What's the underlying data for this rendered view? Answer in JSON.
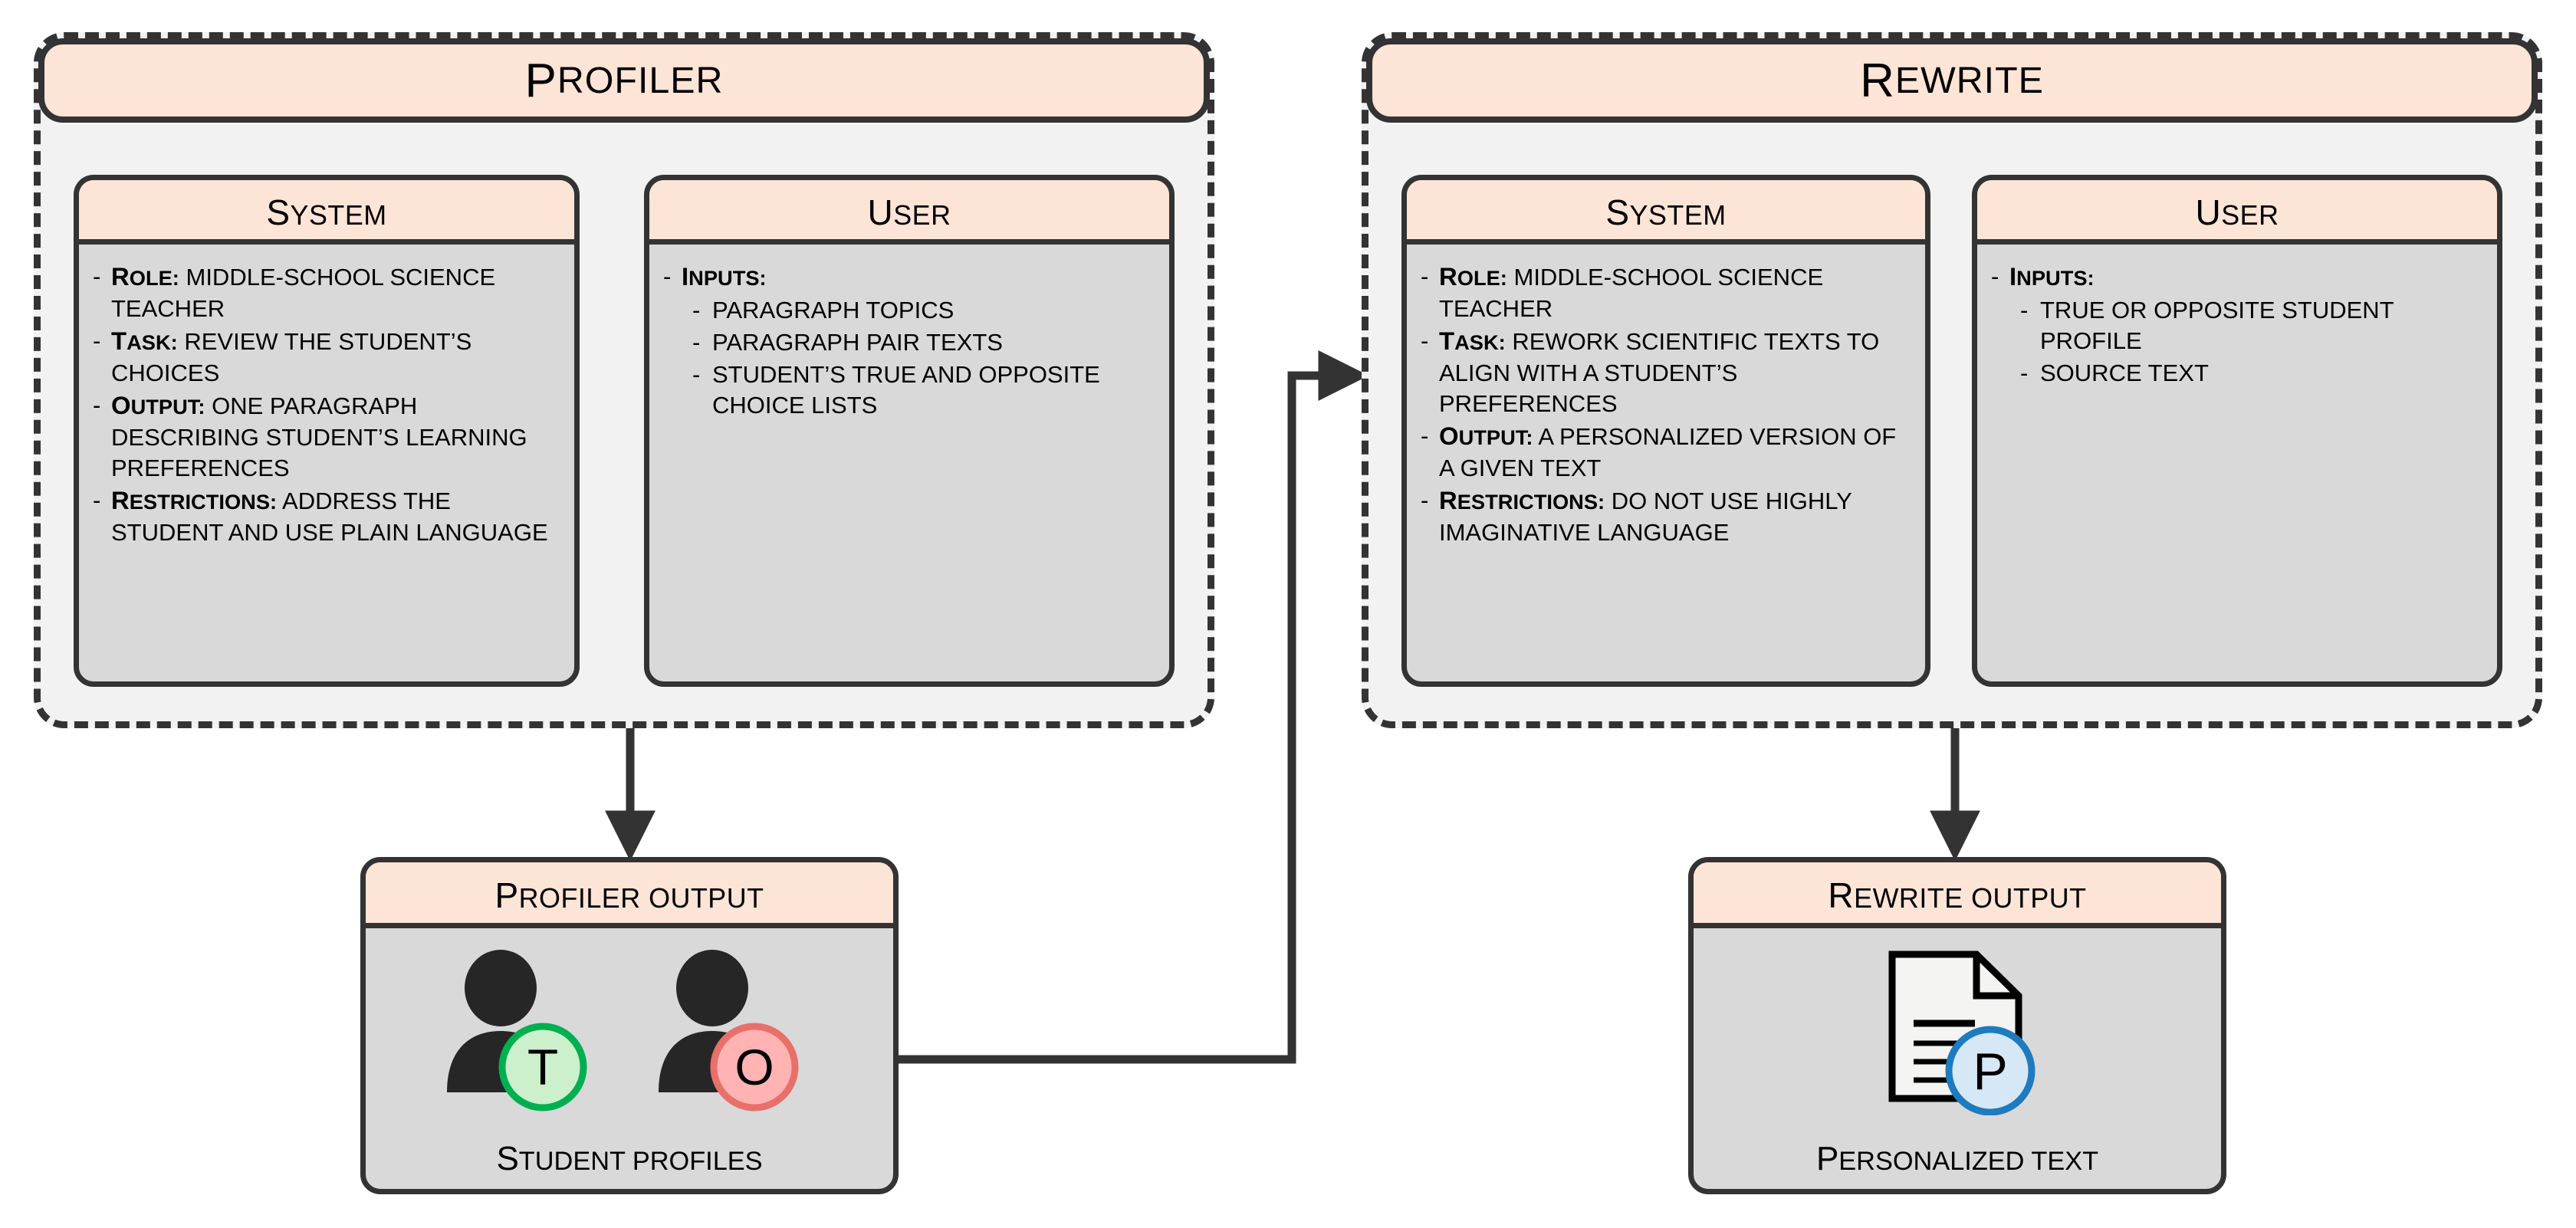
{
  "agents": [
    {
      "id": "profiler",
      "title": "PROFILER",
      "panels": [
        {
          "id": "profiler-system",
          "title": "SYSTEM",
          "bullets": [
            {
              "label": "ROLE:",
              "text": "MIDDLE-SCHOOL SCIENCE TEACHER"
            },
            {
              "label": "TASK:",
              "text": "REVIEW THE STUDENT’S CHOICES"
            },
            {
              "label": "OUTPUT:",
              "text": "ONE PARAGRAPH DESCRIBING STUDENT’S LEARNING PREFERENCES"
            },
            {
              "label": "RESTRICTIONS:",
              "text": "ADDRESS THE STUDENT AND USE PLAIN LANGUAGE"
            }
          ]
        },
        {
          "id": "profiler-user",
          "title": "USER",
          "bullets": [
            {
              "label": "INPUTS:",
              "text": "",
              "sub": [
                "PARAGRAPH TOPICS",
                "PARAGRAPH PAIR TEXTS",
                "STUDENT’S TRUE AND OPPOSITE CHOICE LISTS"
              ]
            }
          ]
        }
      ]
    },
    {
      "id": "rewrite",
      "title": "REWRITE",
      "panels": [
        {
          "id": "rewrite-system",
          "title": "SYSTEM",
          "bullets": [
            {
              "label": "ROLE:",
              "text": "MIDDLE-SCHOOL SCIENCE TEACHER"
            },
            {
              "label": "TASK:",
              "text": "REWORK SCIENTIFIC TEXTS TO ALIGN WITH A STUDENT’S PREFERENCES"
            },
            {
              "label": "OUTPUT:",
              "text": "A PERSONALIZED VERSION OF A GIVEN TEXT"
            },
            {
              "label": "RESTRICTIONS:",
              "text": "DO NOT USE HIGHLY IMAGINATIVE LANGUAGE"
            }
          ]
        },
        {
          "id": "rewrite-user",
          "title": "USER",
          "bullets": [
            {
              "label": "INPUTS:",
              "text": "",
              "sub": [
                "TRUE OR OPPOSITE STUDENT PROFILE",
                "SOURCE TEXT"
              ]
            }
          ]
        }
      ]
    }
  ],
  "outputs": [
    {
      "id": "profiler-output",
      "title": "PROFILER OUTPUT",
      "caption": "STUDENT PROFILES",
      "icon": "two-person-profiles-icon",
      "badges": [
        {
          "letter": "T",
          "meaning": "true-profile",
          "fill": "#CCEFCC",
          "stroke": "#00B050"
        },
        {
          "letter": "O",
          "meaning": "opposite-profile",
          "fill": "#FFB3B3",
          "stroke": "#E8706B"
        }
      ]
    },
    {
      "id": "rewrite-output",
      "title": "REWRITE OUTPUT",
      "caption": "PERSONALIZED TEXT",
      "icon": "document-icon",
      "badges": [
        {
          "letter": "P",
          "meaning": "personalized-text",
          "fill": "#D6E7F5",
          "stroke": "#1F7BBF"
        }
      ]
    }
  ],
  "colors": {
    "header_fill": "#FCE4D6",
    "panel_fill": "#D9D9D9",
    "container_fill": "#F2F2F2",
    "stroke": "#333333",
    "page_bg": "#FFFFFF"
  },
  "connectors": [
    {
      "id": "profiler-to-profiler-output",
      "from": "profiler",
      "to": "profiler-output",
      "style": "solid-arrow-down"
    },
    {
      "id": "rewrite-to-rewrite-output",
      "from": "rewrite",
      "to": "rewrite-output",
      "style": "solid-arrow-down"
    },
    {
      "id": "profiler-output-to-rewrite",
      "from": "profiler-output",
      "to": "rewrite",
      "style": "solid-elbow-arrow-right"
    }
  ]
}
